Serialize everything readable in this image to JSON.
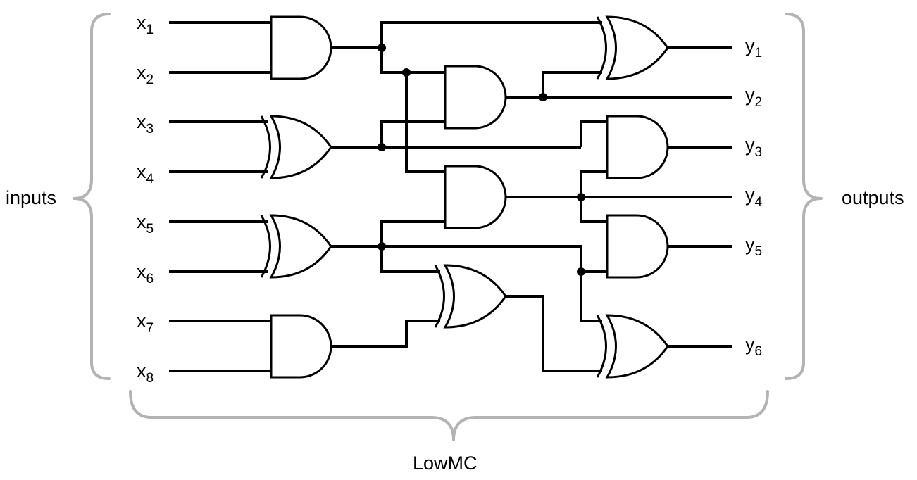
{
  "inputs": [
    {
      "base": "x",
      "sub": "1"
    },
    {
      "base": "x",
      "sub": "2"
    },
    {
      "base": "x",
      "sub": "3"
    },
    {
      "base": "x",
      "sub": "4"
    },
    {
      "base": "x",
      "sub": "5"
    },
    {
      "base": "x",
      "sub": "6"
    },
    {
      "base": "x",
      "sub": "7"
    },
    {
      "base": "x",
      "sub": "8"
    }
  ],
  "outputs": [
    {
      "base": "y",
      "sub": "1"
    },
    {
      "base": "y",
      "sub": "2"
    },
    {
      "base": "y",
      "sub": "3"
    },
    {
      "base": "y",
      "sub": "4"
    },
    {
      "base": "y",
      "sub": "5"
    },
    {
      "base": "y",
      "sub": "6"
    }
  ],
  "labels": {
    "inputs": "inputs",
    "outputs": "outputs",
    "block": "LowMC"
  }
}
